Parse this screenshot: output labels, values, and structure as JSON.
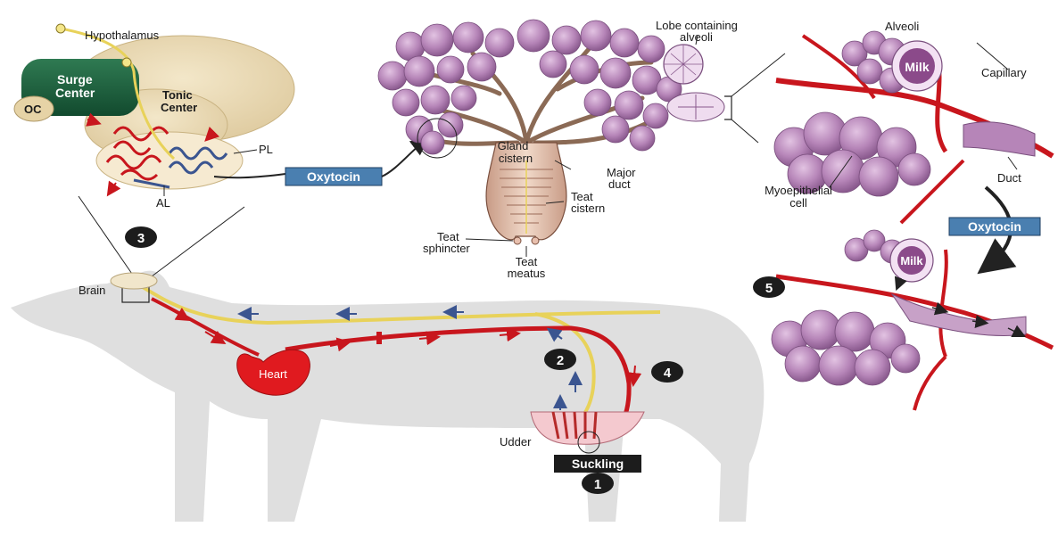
{
  "labels": {
    "hypothalamus": "Hypothalamus",
    "surge_center_1": "Surge",
    "surge_center_2": "Center",
    "tonic_center_1": "Tonic",
    "tonic_center_2": "Center",
    "oc": "OC",
    "pl": "PL",
    "al": "AL",
    "oxytocin_1": "Oxytocin",
    "lobe_1": "Lobe containing",
    "lobe_2": "alveoli",
    "gland_cistern_1": "Gland",
    "gland_cistern_2": "cistern",
    "major_duct_1": "Major",
    "major_duct_2": "duct",
    "teat_cistern_1": "Teat",
    "teat_cistern_2": "cistern",
    "teat_sphincter_1": "Teat",
    "teat_sphincter_2": "sphincter",
    "teat_meatus_1": "Teat",
    "teat_meatus_2": "meatus",
    "alveoli": "Alveoli",
    "milk_top": "Milk",
    "capillary": "Capillary",
    "duct": "Duct",
    "myoepithelial_1": "Myoepithelial",
    "myoepithelial_2": "cell",
    "oxytocin_2": "Oxytocin",
    "milk_bottom": "Milk",
    "brain": "Brain",
    "heart": "Heart",
    "udder": "Udder",
    "suckling": "Suckling"
  },
  "steps": [
    "1",
    "2",
    "3",
    "4",
    "5"
  ],
  "colors": {
    "nerve": "#e8d25a",
    "blood": "#c8161d",
    "vein": "#3b5590",
    "alveoli": "#b583b5",
    "oxytocin_badge": "#4a7fb0",
    "cow_silhouette": "#d9d9d9"
  }
}
